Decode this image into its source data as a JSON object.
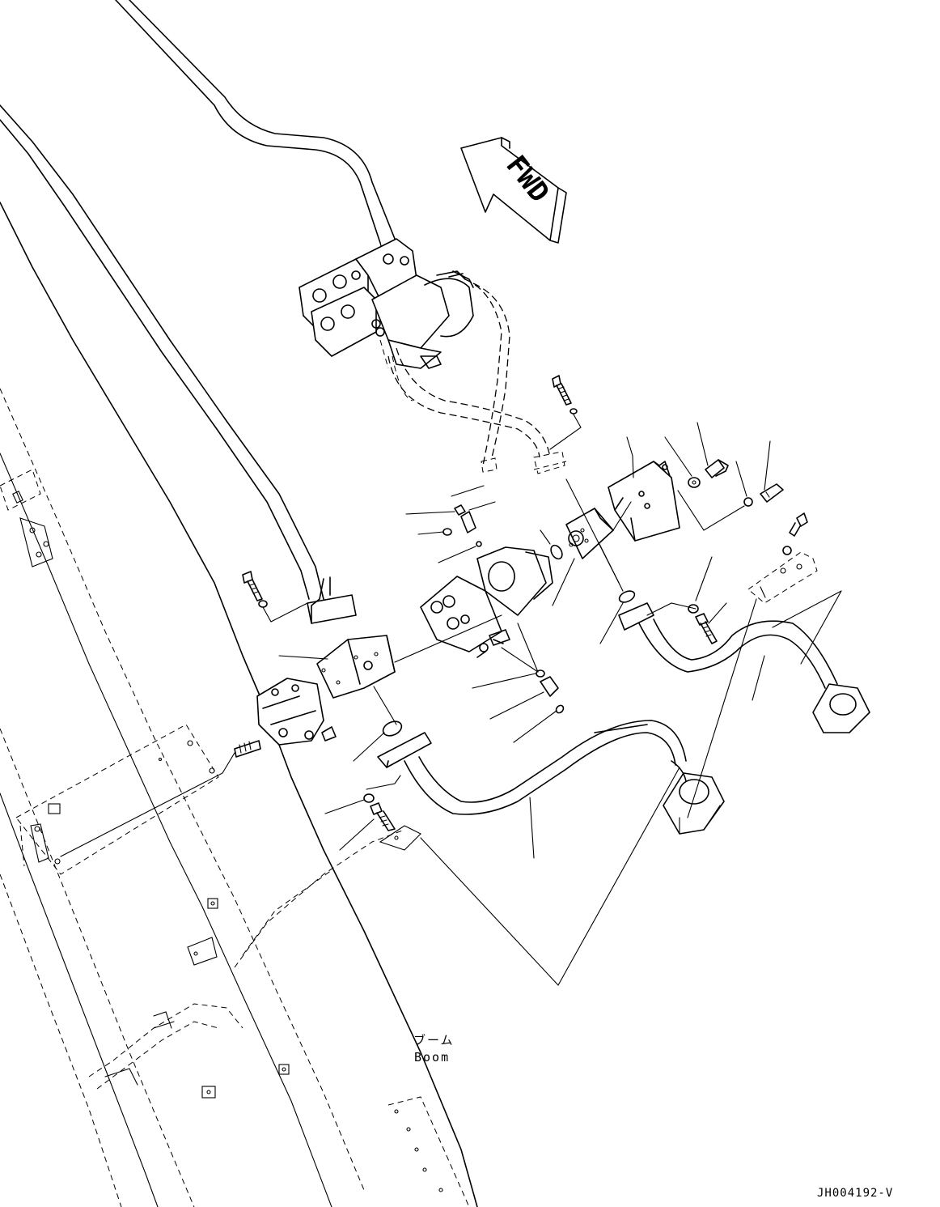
{
  "diagram": {
    "fwd_arrow_text": "FWD",
    "boom_label_jp": "ブーム",
    "boom_label_en": "Boom",
    "drawing_id": "JH004192-V"
  }
}
